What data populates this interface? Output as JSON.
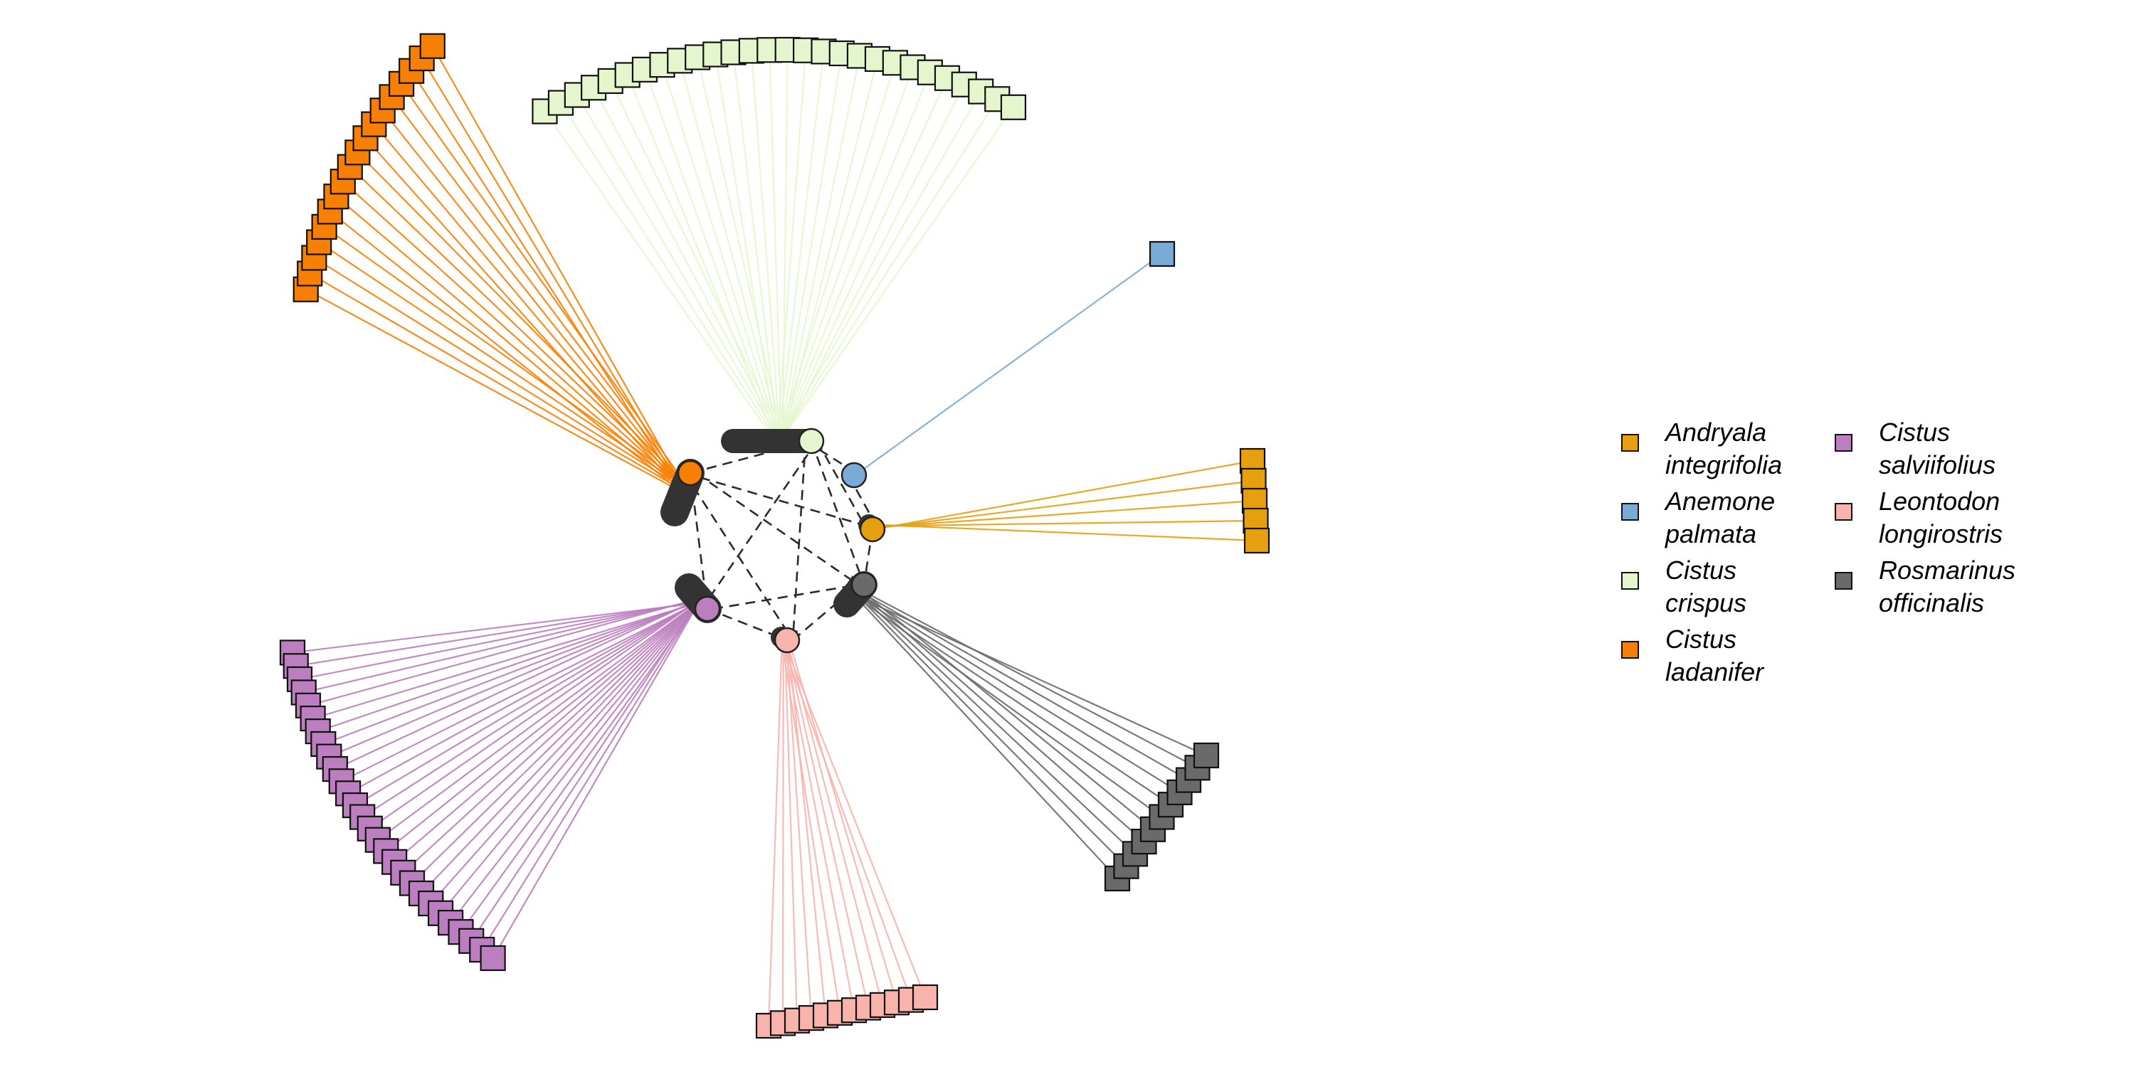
{
  "legend": {
    "items": [
      {
        "line1": "Andryala",
        "line2": "integrifolia",
        "color": "#E6A00F",
        "icon": "square-swatch"
      },
      {
        "line1": "Anemone",
        "line2": "palmata",
        "color": "#7AAAD6",
        "icon": "square-swatch"
      },
      {
        "line1": "Cistus",
        "line2": "crispus",
        "color": "#E5F6CF",
        "icon": "square-swatch"
      },
      {
        "line1": "Cistus",
        "line2": "ladanifer",
        "color": "#F77F04",
        "icon": "square-swatch"
      },
      {
        "line1": "Cistus",
        "line2": "salviifolius",
        "color": "#BB7EBE",
        "icon": "square-swatch"
      },
      {
        "line1": "Leontodon",
        "line2": "longirostris",
        "color": "#F8B3AD",
        "icon": "square-swatch"
      },
      {
        "line1": "Rosmarinus",
        "line2": "officinalis",
        "color": "#6A6A6A",
        "icon": "square-swatch"
      }
    ]
  },
  "network": {
    "plant_nodes": [
      {
        "species": "Cistus crispus",
        "color": "#E5F6CF",
        "leaf_count": 28,
        "shape": "circle"
      },
      {
        "species": "Anemone palmata",
        "color": "#7AAAD6",
        "leaf_count": 1,
        "shape": "circle"
      },
      {
        "species": "Andryala integrifolia",
        "color": "#E6A00F",
        "leaf_count": 5,
        "shape": "circle"
      },
      {
        "species": "Rosmarinus officinalis",
        "color": "#6A6A6A",
        "leaf_count": 11,
        "shape": "circle"
      },
      {
        "species": "Leontodon longirostris",
        "color": "#F8B3AD",
        "leaf_count": 12,
        "shape": "circle"
      },
      {
        "species": "Cistus salviifolius",
        "color": "#BB7EBE",
        "leaf_count": 28,
        "shape": "circle"
      },
      {
        "species": "Cistus ladanifer",
        "color": "#F77F04",
        "leaf_count": 18,
        "shape": "circle"
      }
    ],
    "dashed_edge_color": "#2b2b2b",
    "hub_shadow_color": "#333333"
  }
}
